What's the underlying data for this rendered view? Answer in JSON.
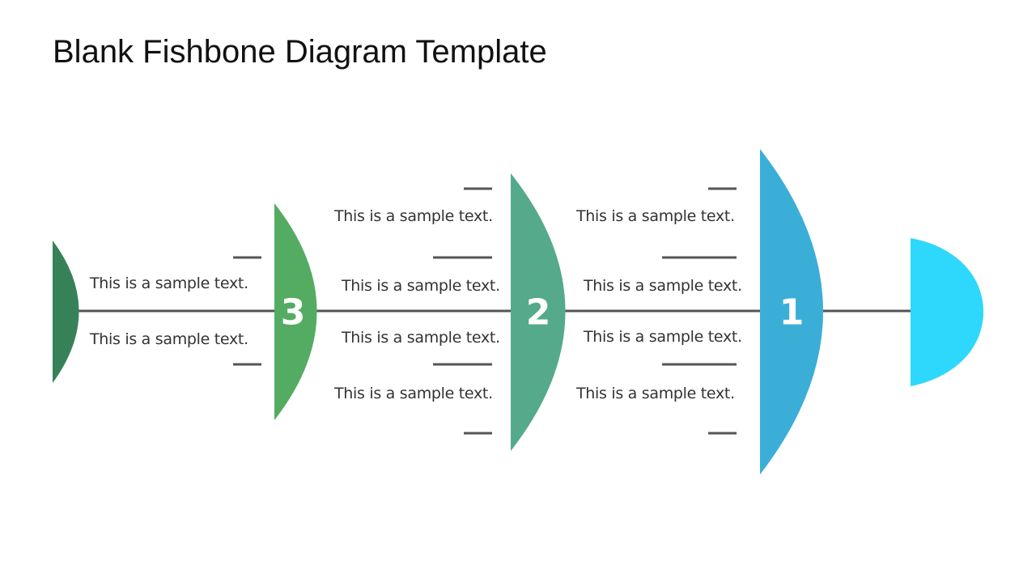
{
  "title": "Blank Fishbone Diagram Template",
  "colors": {
    "tail": "#378159",
    "segment_3": "#54AC62",
    "segment_2": "#54AA8B",
    "segment_1": "#3BAED8",
    "head": "#2DD8FC",
    "spine": "#555555"
  },
  "segments": [
    {
      "number": "1",
      "labels": [
        "This is a sample text.",
        "This is a sample text.",
        "This is a sample text.",
        "This is a sample text."
      ]
    },
    {
      "number": "2",
      "labels": [
        "This is a sample text.",
        "This is a sample text.",
        "This is a sample text.",
        "This is a sample text."
      ]
    },
    {
      "number": "3",
      "labels": [
        "This is a sample text.",
        "This is a sample text."
      ]
    }
  ]
}
